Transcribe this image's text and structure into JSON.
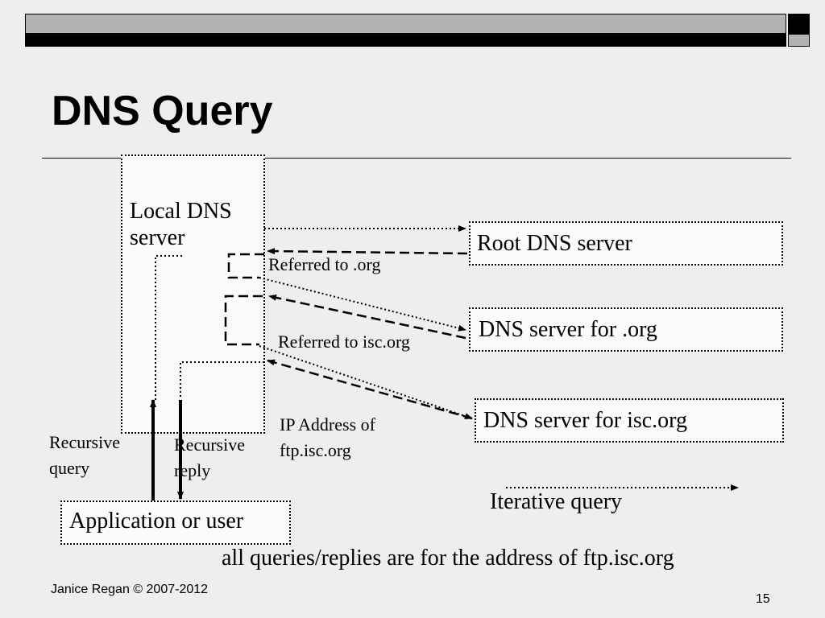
{
  "slide": {
    "title": "DNS Query",
    "footer_author": "Janice Regan © 2007-2012",
    "page_number": "15"
  },
  "nodes": {
    "local_dns": "Local DNS server",
    "root_dns": "Root DNS server",
    "org_dns": "DNS server for .org",
    "isc_dns": "DNS server for isc.org",
    "app": "Application or user"
  },
  "labels": {
    "referred_org": "Referred to .org",
    "referred_isc": "Referred to isc.org",
    "ip_address": "IP Address of ftp.isc.org",
    "recursive_query": "Recursive query",
    "recursive_reply": "Recursive reply",
    "iterative_legend": "Iterative query",
    "note": "all queries/replies are for the address of ftp.isc.org"
  }
}
